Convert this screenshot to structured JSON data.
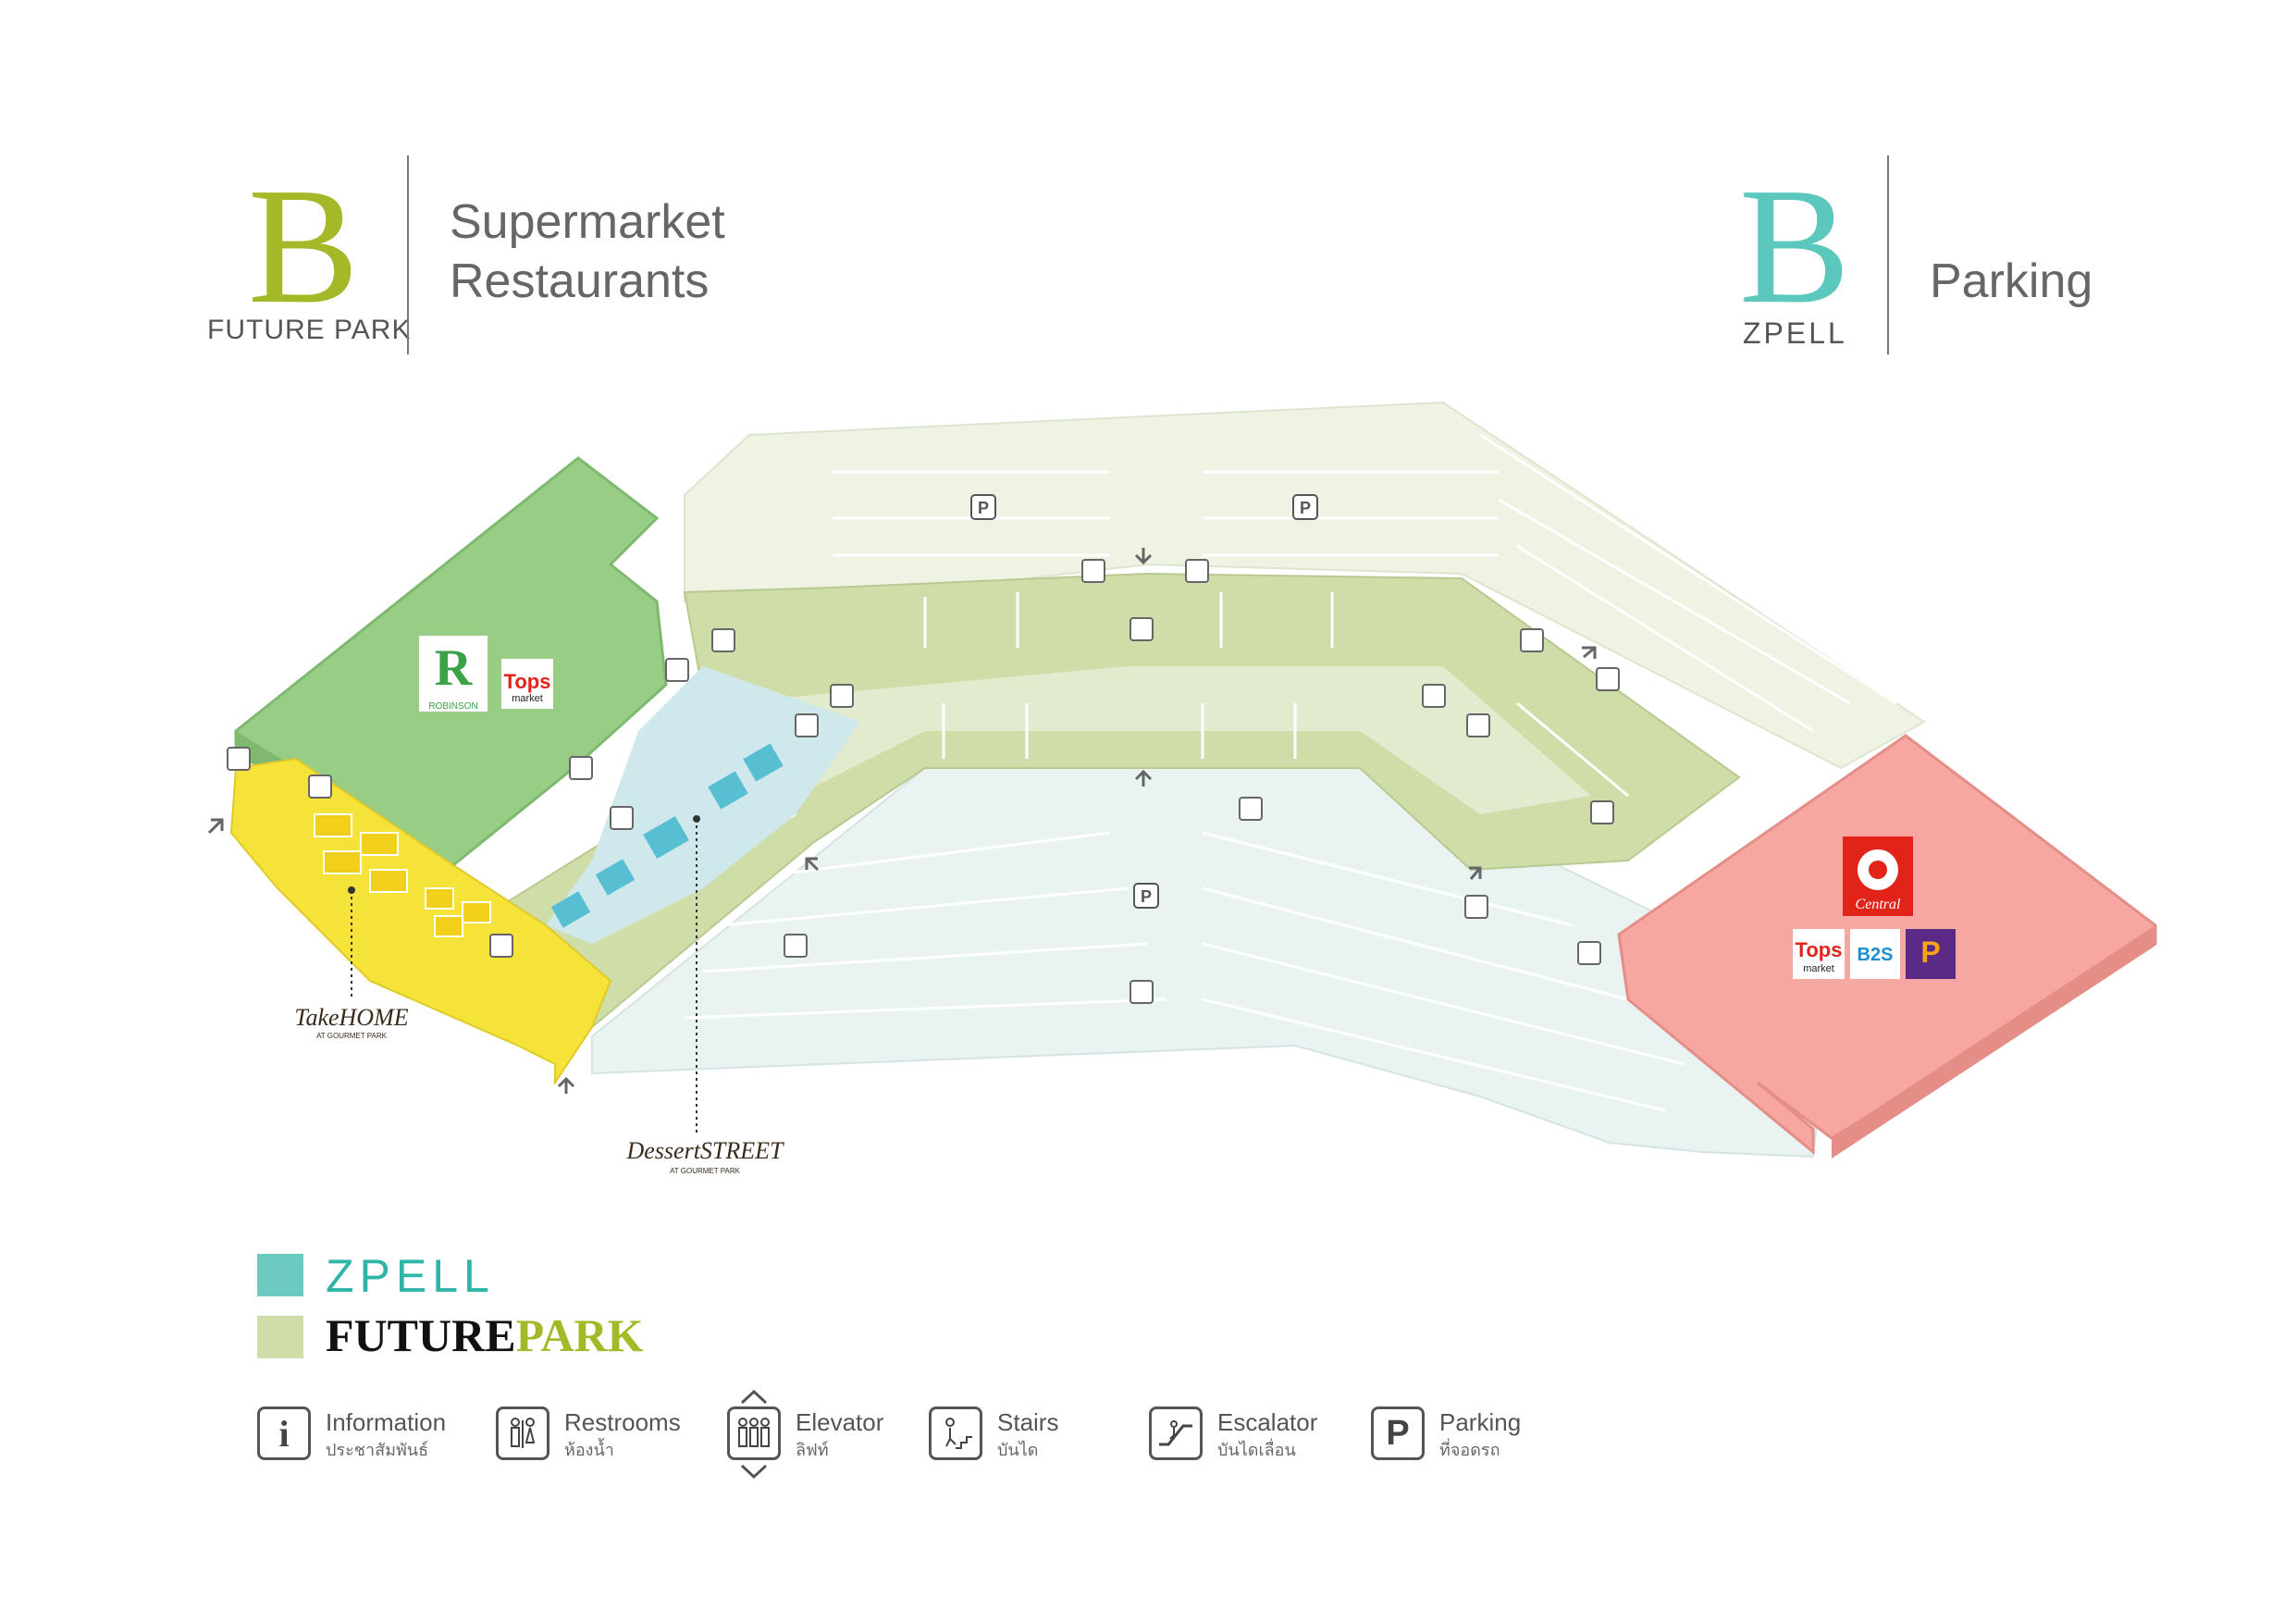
{
  "header_left": {
    "letter": "B",
    "brand": "FUTURE PARK",
    "line1": "Supermarket",
    "line2": "Restaurants",
    "color": "#a5b827"
  },
  "header_right": {
    "letter": "B",
    "brand": "ZPELL",
    "title": "Parking",
    "color": "#5cc8bd"
  },
  "map_labels": {
    "robinson": "ROBINSON",
    "tops1": "Tops",
    "tops1_sub": "market",
    "central": "Central",
    "tops2": "Tops",
    "tops2_sub": "market",
    "b2s": "B2S",
    "powerbuy": "P",
    "parking": "P",
    "take_home": "TakeHOME",
    "take_home_sub": "AT GOURMET PARK",
    "dessert_street": "DessertSTREET",
    "dessert_sub": "AT GOURMET PARK"
  },
  "colors": {
    "zpell": "#6dcac0",
    "futurepark": "#cfdda9",
    "robinson_green": "#97cd85",
    "central_pink": "#f6a7a1",
    "gourmet_yellow": "#f6e33a",
    "parking_light": "#eaf3f2",
    "parking_green": "#eef3e3"
  },
  "legend": {
    "zpell": "ZPELL",
    "future": "FUTURE",
    "park": "PARK"
  },
  "icons": [
    {
      "en": "Information",
      "th": "ประชาสัมพันธ์",
      "icon": "info-icon"
    },
    {
      "en": "Restrooms",
      "th": "ห้องน้ำ",
      "icon": "restroom-icon"
    },
    {
      "en": "Elevator",
      "th": "ลิฟท์",
      "icon": "elevator-icon"
    },
    {
      "en": "Stairs",
      "th": "บันได",
      "icon": "stairs-icon"
    },
    {
      "en": "Escalator",
      "th": "บันไดเลื่อน",
      "icon": "escalator-icon"
    },
    {
      "en": "Parking",
      "th": "ที่จอดรถ",
      "icon": "parking-icon"
    }
  ]
}
